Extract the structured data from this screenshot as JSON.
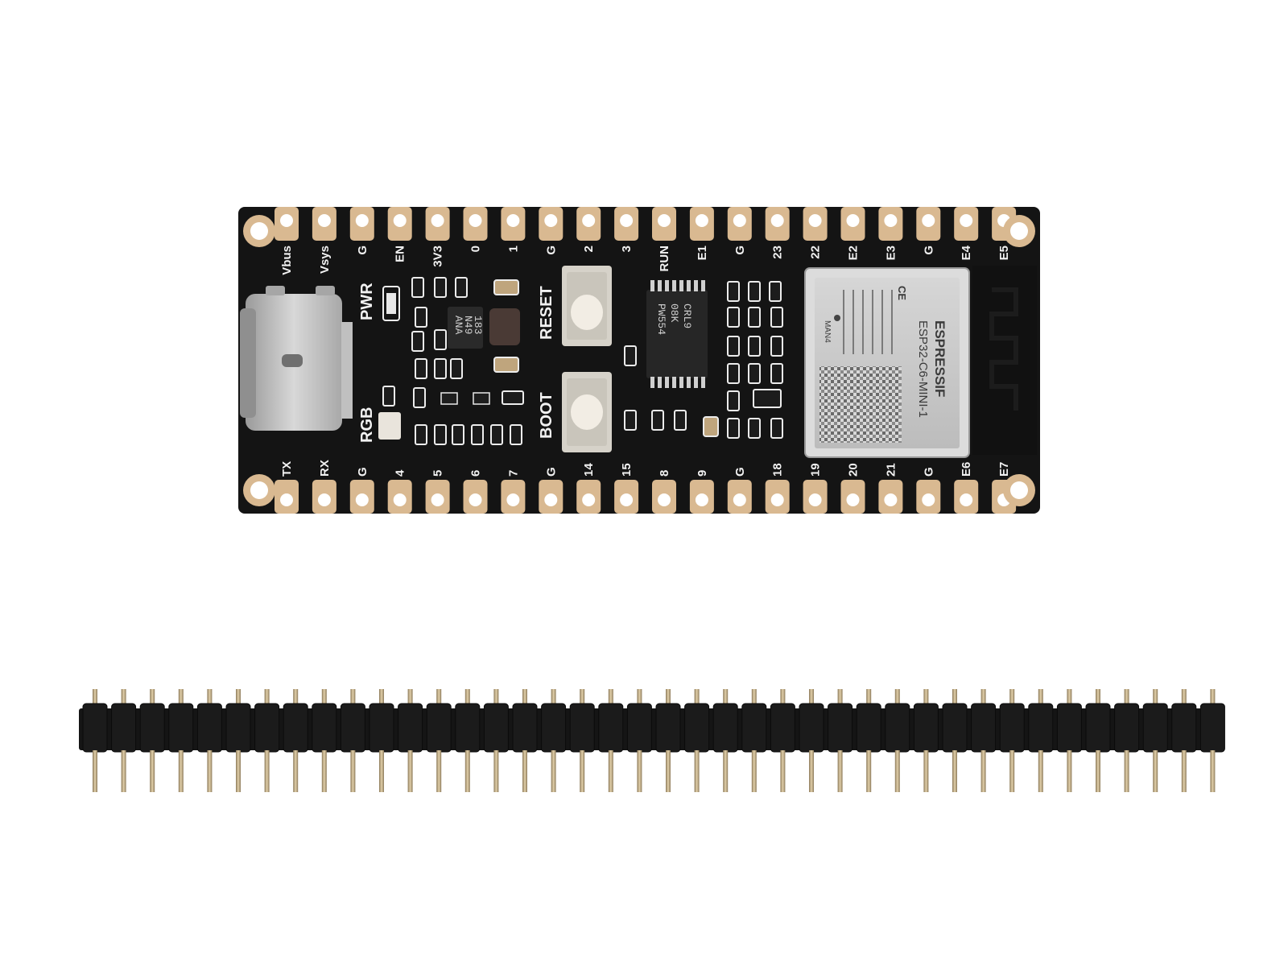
{
  "board": {
    "top_pins": [
      "Vbus",
      "Vsys",
      "G",
      "EN",
      "3V3",
      "0",
      "1",
      "G",
      "2",
      "3",
      "RUN",
      "E1",
      "G",
      "23",
      "22",
      "E2",
      "E3",
      "G",
      "E4",
      "E5"
    ],
    "bottom_pins": [
      "TX",
      "RX",
      "G",
      "4",
      "5",
      "6",
      "7",
      "G",
      "14",
      "15",
      "8",
      "9",
      "G",
      "18",
      "19",
      "20",
      "21",
      "G",
      "E6",
      "E7"
    ],
    "silkscreen": {
      "pwr": "PWR",
      "rgb": "RGB",
      "reset": "RESET",
      "boot": "BOOT"
    },
    "chips": {
      "main_line1": "PW554",
      "main_line2": "08K",
      "main_line3": "CRL9",
      "small_line1": "ANA",
      "small_line2": "N49",
      "small_line3": "183"
    },
    "module": {
      "brand": "ESPRESSIF",
      "model": "ESP32-C6-MINI-1",
      "version": "MAN4"
    }
  },
  "pin_header": {
    "pin_count": 40
  },
  "colors": {
    "pcb": "#141414",
    "gold": "#d9b991",
    "usb": "#b8b8b8",
    "module": "#c8c8c8",
    "header": "#151515",
    "pin": "#b9a27a"
  }
}
